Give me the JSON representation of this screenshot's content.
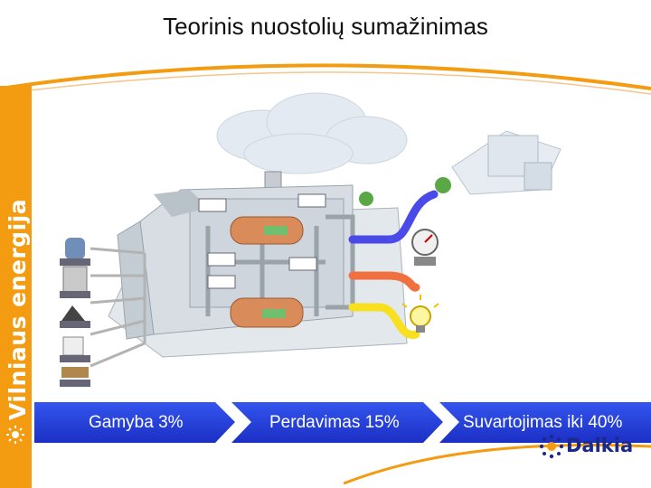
{
  "title": "Teorinis nuostolių sumažinimas",
  "sidebar": {
    "brand": "Vilniaus energija",
    "color": "#f39c12"
  },
  "stages": [
    {
      "label": "Gamyba 3%"
    },
    {
      "label": "Perdavimas 15%"
    },
    {
      "label": "Suvartojimas iki 40%"
    }
  ],
  "logo": {
    "name": "Dalkia",
    "color": "#1b2a8a"
  },
  "diagram": {
    "fuel_icons": [
      "gas-tank-icon",
      "oil-barrel-icon",
      "coal-icon",
      "waste-icon",
      "wood-icon"
    ],
    "pipes": [
      {
        "name": "heat-pipe",
        "color": "#4a4ae8"
      },
      {
        "name": "steam-pipe",
        "color": "#f07040"
      },
      {
        "name": "electricity-pipe",
        "color": "#f8e020"
      }
    ]
  }
}
